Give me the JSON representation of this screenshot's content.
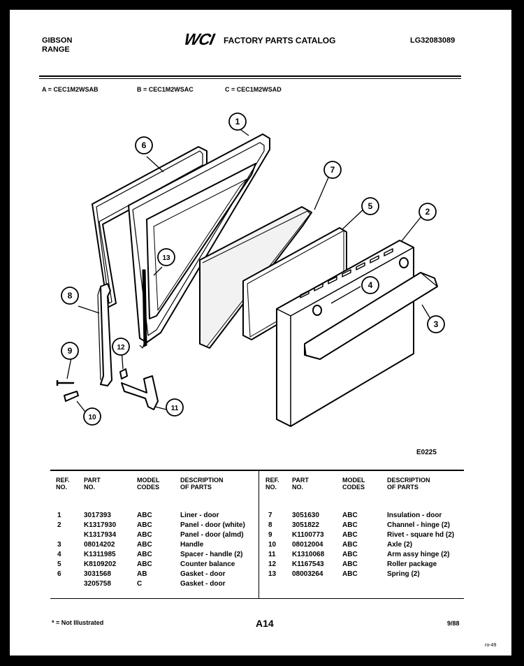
{
  "header": {
    "brand_line1": "GIBSON",
    "brand_line2": "RANGE",
    "logo_text": "WCI",
    "catalog_title": "FACTORY PARTS CATALOG",
    "catalog_number": "LG32083089"
  },
  "models": [
    {
      "key": "A",
      "code": "CEC1M2WSAB"
    },
    {
      "key": "B",
      "code": "CEC1M2WSAC"
    },
    {
      "key": "C",
      "code": "CEC1M2WSAD"
    }
  ],
  "diagram": {
    "figure_code": "E0225",
    "callouts": [
      "1",
      "2",
      "3",
      "4",
      "5",
      "6",
      "7",
      "8",
      "9",
      "10",
      "11",
      "12",
      "13"
    ]
  },
  "table": {
    "headers": {
      "ref_1": "REF.",
      "ref_2": "NO.",
      "part_1": "PART",
      "part_2": "NO.",
      "model_1": "MODEL",
      "model_2": "CODES",
      "desc_1": "DESCRIPTION",
      "desc_2": "OF PARTS"
    },
    "left_rows": [
      {
        "ref": "1",
        "part": "3017393",
        "codes": "ABC",
        "desc": "Liner - door"
      },
      {
        "ref": "2",
        "part": "K1317930",
        "codes": "ABC",
        "desc": "Panel - door (white)"
      },
      {
        "ref": "",
        "part": "K1317934",
        "codes": "ABC",
        "desc": "Panel - door (almd)"
      },
      {
        "ref": "3",
        "part": "08014202",
        "codes": "ABC",
        "desc": "Handle"
      },
      {
        "ref": "4",
        "part": "K1311985",
        "codes": "ABC",
        "desc": "Spacer - handle (2)"
      },
      {
        "ref": "5",
        "part": "K8109202",
        "codes": "ABC",
        "desc": "Counter balance"
      },
      {
        "ref": "6",
        "part": "3031568",
        "codes": "AB",
        "desc": "Gasket - door"
      },
      {
        "ref": "",
        "part": "3205758",
        "codes": "C",
        "desc": "Gasket - door"
      }
    ],
    "right_rows": [
      {
        "ref": "7",
        "part": "3051630",
        "codes": "ABC",
        "desc": "Insulation - door"
      },
      {
        "ref": "8",
        "part": "3051822",
        "codes": "ABC",
        "desc": "Channel - hinge (2)"
      },
      {
        "ref": "9",
        "part": "K1100773",
        "codes": "ABC",
        "desc": "Rivet - square hd (2)"
      },
      {
        "ref": "10",
        "part": "08012004",
        "codes": "ABC",
        "desc": "Axle (2)"
      },
      {
        "ref": "11",
        "part": "K1310068",
        "codes": "ABC",
        "desc": "Arm assy hinge (2)"
      },
      {
        "ref": "12",
        "part": "K1167543",
        "codes": "ABC",
        "desc": "Roller package"
      },
      {
        "ref": "13",
        "part": "08003264",
        "codes": "ABC",
        "desc": "Spring (2)"
      }
    ]
  },
  "footer": {
    "note": "* = Not Illustrated",
    "page": "A14",
    "date": "9/88",
    "corner_mark": "ro-49"
  }
}
